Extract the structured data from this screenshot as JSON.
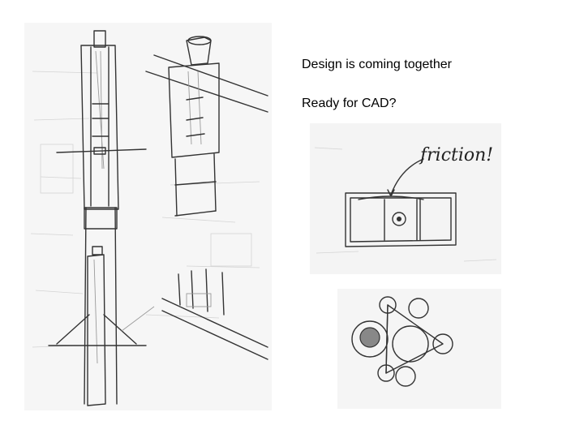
{
  "slide": {
    "line1": "Design is coming together",
    "line2": "Ready for CAD?"
  },
  "annotation": {
    "friction_label": "friction!"
  }
}
